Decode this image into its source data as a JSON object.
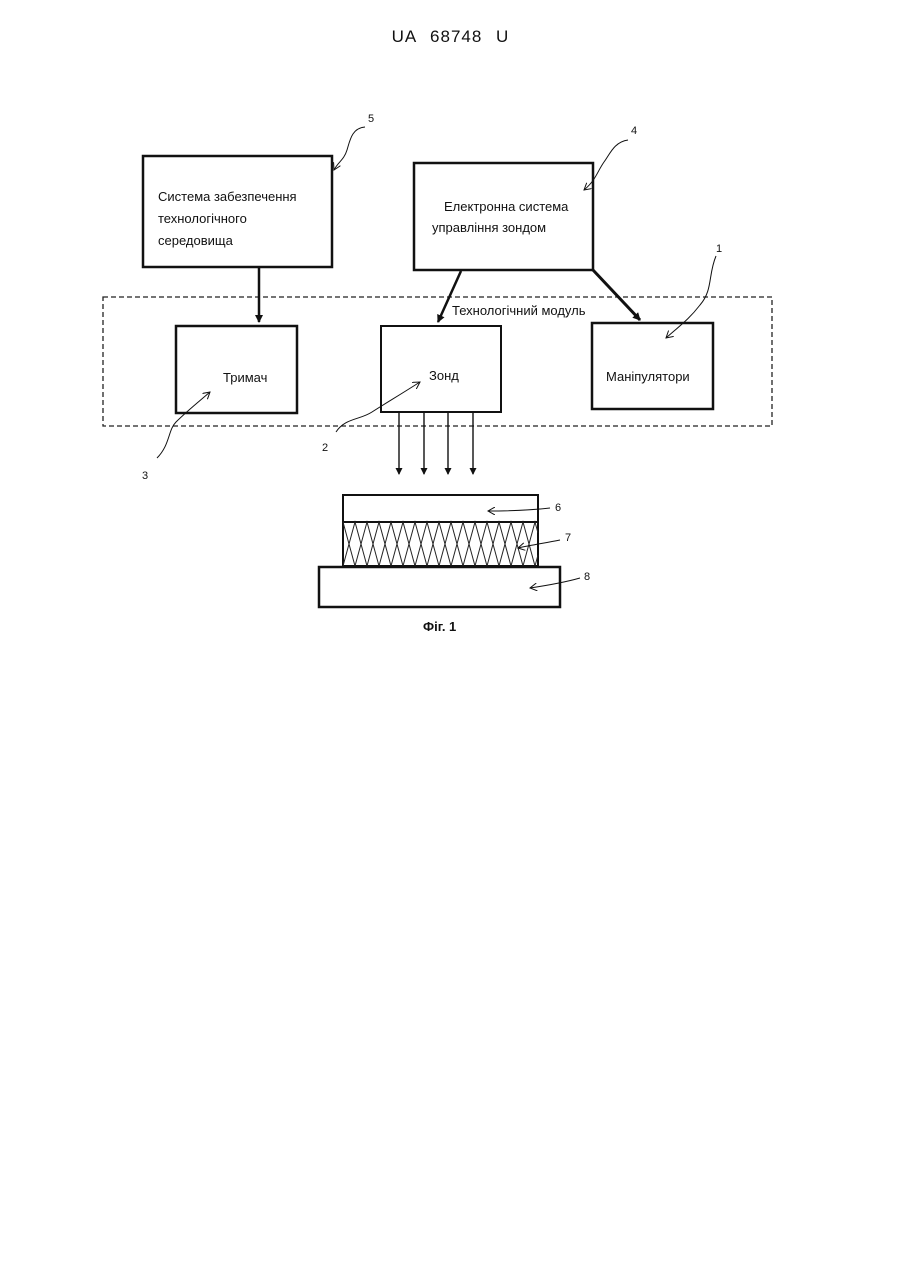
{
  "header": {
    "doc_number": "UA 68748 U"
  },
  "diagram": {
    "boxes": {
      "environment_system": [
        "Система забезпечення",
        "технологічного",
        "середовища"
      ],
      "electronic_system": [
        "Електронна система",
        "управління зондом"
      ],
      "holder": "Тримач",
      "probe": "Зонд",
      "manipulators": "Маніпулятори"
    },
    "module_label": "Технологічний модуль",
    "numbers": {
      "n1": "1",
      "n2": "2",
      "n3": "3",
      "n4": "4",
      "n5": "5",
      "n6": "6",
      "n7": "7",
      "n8": "8"
    },
    "caption": "Фіг. 1"
  }
}
